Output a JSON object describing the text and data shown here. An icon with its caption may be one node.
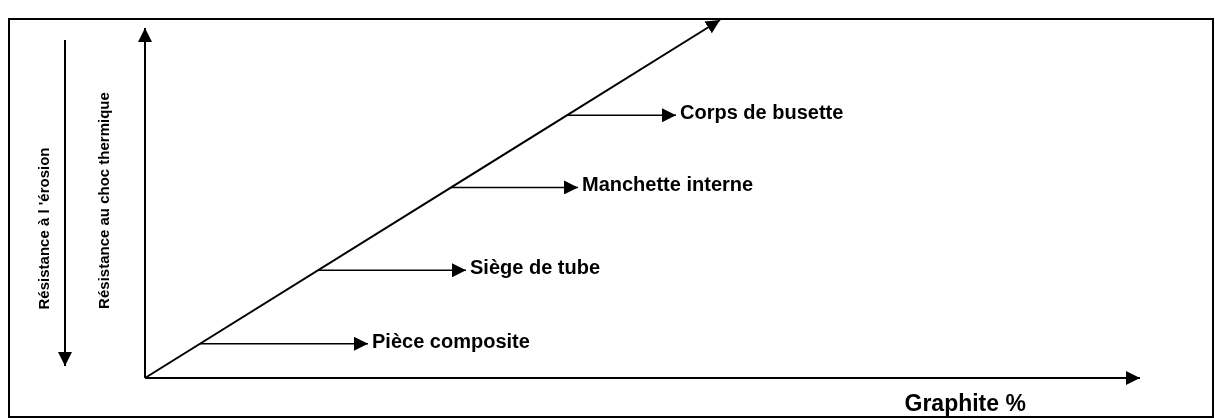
{
  "diagram": {
    "nodes": [
      {
        "text": [
          "Pièce composite"
        ]
      },
      {
        "text": [
          "Siège de tube"
        ]
      },
      {
        "text": [
          "Manchette interne"
        ]
      },
      {
        "text": [
          "Corps de busette"
        ]
      }
    ],
    "edges": [
      {
        "from": null,
        "to": 0,
        "arrow": "to"
      },
      {
        "from": null,
        "to": 1,
        "arrow": "to"
      },
      {
        "from": null,
        "to": 2,
        "arrow": "to"
      },
      {
        "from": null,
        "to": 3,
        "arrow": "to"
      }
    ],
    "labels": [
      "Résistance à l 'érosion",
      "Résistance au choc thermique",
      "Graphite %"
    ]
  }
}
